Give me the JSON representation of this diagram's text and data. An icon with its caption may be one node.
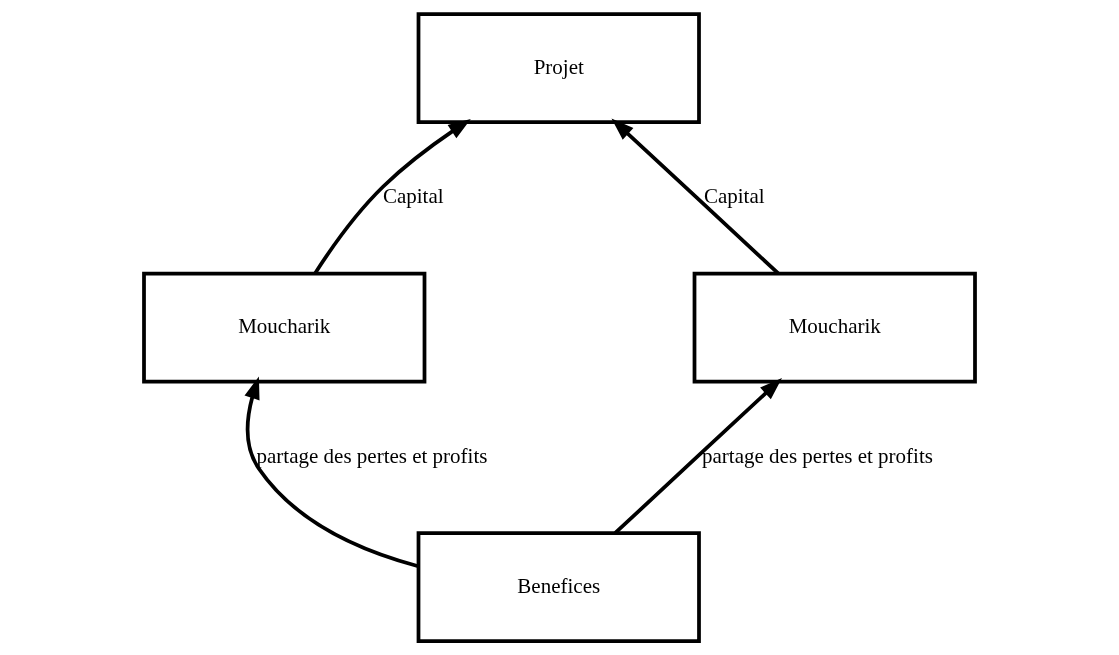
{
  "diagram": {
    "nodes": [
      {
        "text": [
          "Projet"
        ]
      },
      {
        "text": [
          "Moucharik"
        ]
      },
      {
        "text": [
          "Moucharik"
        ]
      },
      {
        "text": [
          "Benefices"
        ]
      }
    ],
    "edges": [
      {
        "from": 1,
        "to": 0,
        "arrow": "to",
        "label": "Capital"
      },
      {
        "from": 2,
        "to": 0,
        "arrow": "to",
        "label": "Capital"
      },
      {
        "from": 3,
        "to": 1,
        "arrow": "to",
        "label": "partage des pertes et profits"
      },
      {
        "from": 3,
        "to": 2,
        "arrow": "to",
        "label": "partage des pertes et profits"
      }
    ]
  }
}
